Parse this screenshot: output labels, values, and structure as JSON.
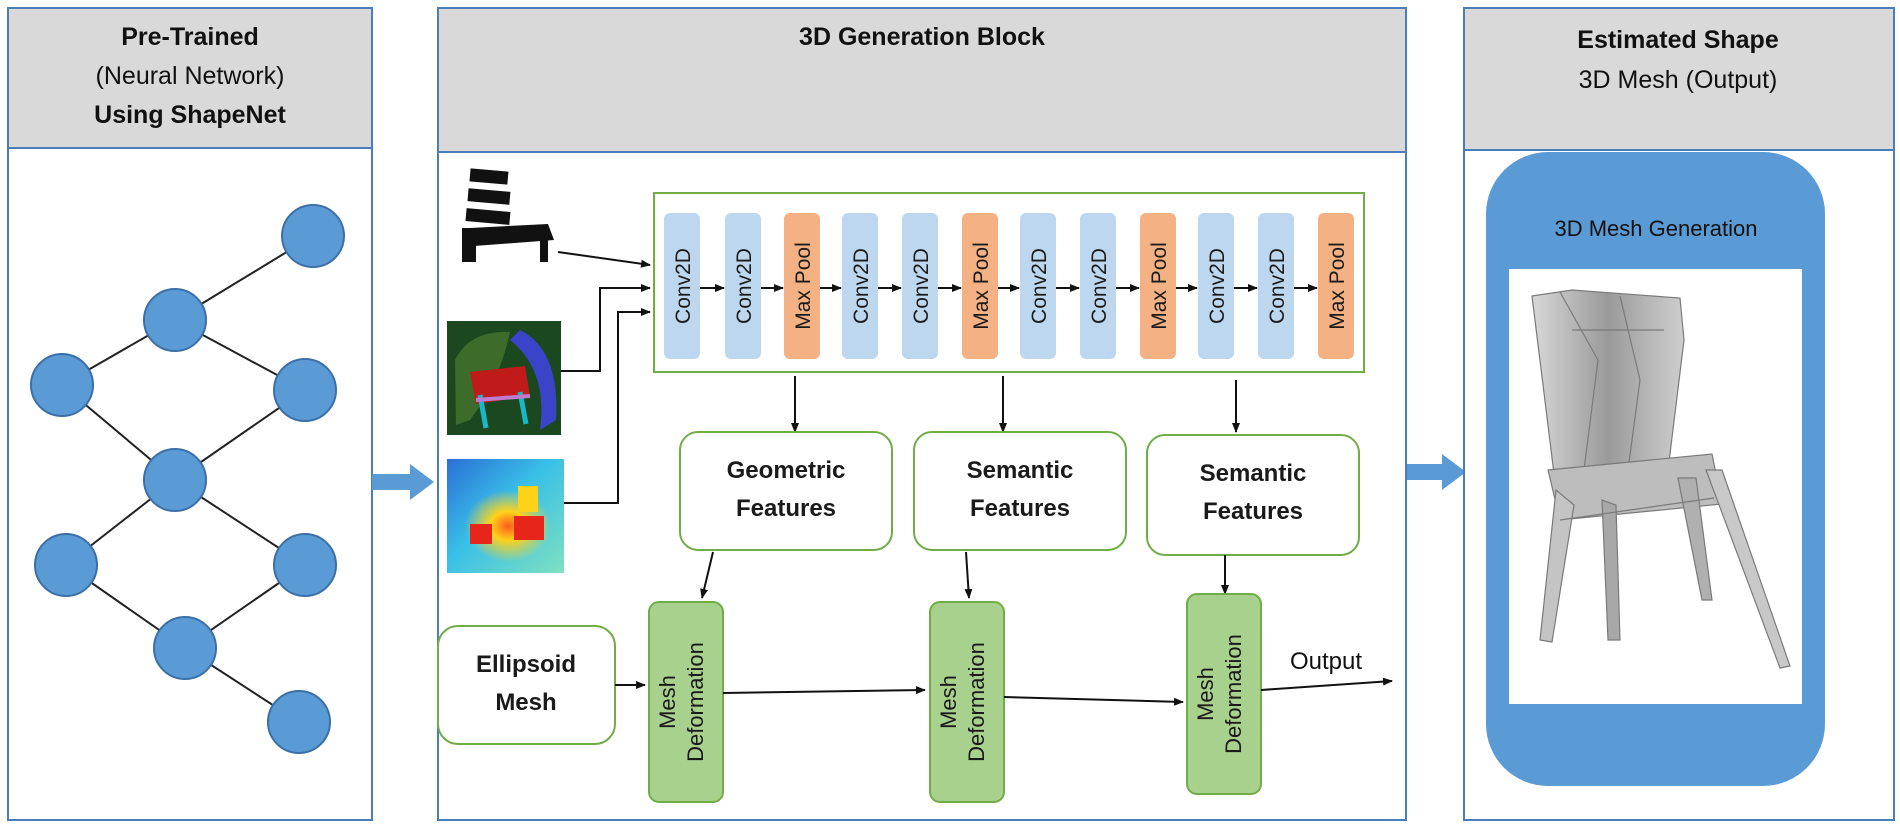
{
  "panels": {
    "left": {
      "title_line1": "Pre-Trained",
      "title_line2": "(Neural Network)",
      "title_line3": "Using ShapeNet"
    },
    "middle": {
      "title": "3D Generation Block"
    },
    "right": {
      "title_line1": "Estimated Shape",
      "title_line2": "3D Mesh (Output)"
    }
  },
  "cnn_layers": [
    {
      "label": "Conv2D",
      "kind": "conv"
    },
    {
      "label": "Conv2D",
      "kind": "conv"
    },
    {
      "label": "Max Pool",
      "kind": "pool"
    },
    {
      "label": "Conv2D",
      "kind": "conv"
    },
    {
      "label": "Conv2D",
      "kind": "conv"
    },
    {
      "label": "Max Pool",
      "kind": "pool"
    },
    {
      "label": "Conv2D",
      "kind": "conv"
    },
    {
      "label": "Conv2D",
      "kind": "conv"
    },
    {
      "label": "Max Pool",
      "kind": "pool"
    },
    {
      "label": "Conv2D",
      "kind": "conv"
    },
    {
      "label": "Conv2D",
      "kind": "conv"
    },
    {
      "label": "Max Pool",
      "kind": "pool"
    }
  ],
  "features": [
    {
      "line1": "Geometric",
      "line2": "Features"
    },
    {
      "line1": "Semantic",
      "line2": "Features"
    },
    {
      "line1": "Semantic",
      "line2": "Features"
    }
  ],
  "ellipsoid": {
    "line1": "Ellipsoid",
    "line2": "Mesh"
  },
  "mesh_deformation": {
    "line1": "Mesh",
    "line2": "Deformation"
  },
  "output_label": "Output",
  "mesh_generation_label": "3D Mesh Generation",
  "colors": {
    "panel_border": "#4a7ebb",
    "header_fill": "#d9d9d9",
    "node_fill": "#5b9bd5",
    "conv_fill": "#bdd7ee",
    "pool_fill": "#f4b183",
    "green_border": "#70ad47",
    "mesh_fill": "#a9d18e",
    "phone_fill": "#5b9bd5"
  }
}
